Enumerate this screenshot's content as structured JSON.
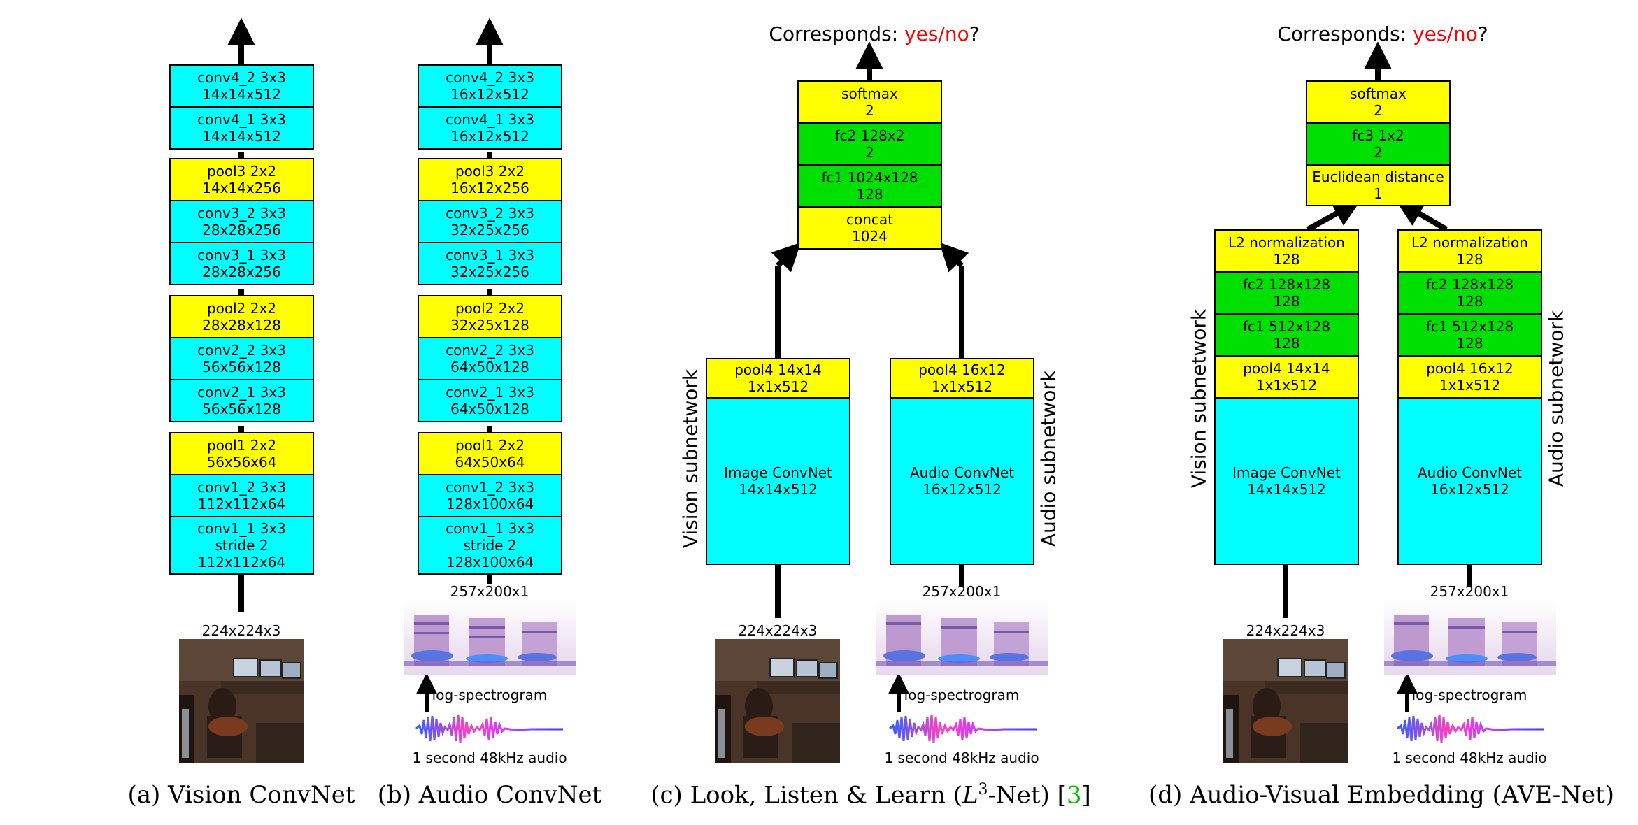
{
  "panel_a": {
    "blocks": [
      {
        "l1": "conv4_2 3x3",
        "l2": "14x14x512"
      },
      {
        "l1": "conv4_1 3x3",
        "l2": "14x14x512"
      },
      {
        "l1": "pool3 2x2",
        "l2": "14x14x256"
      },
      {
        "l1": "conv3_2 3x3",
        "l2": "28x28x256"
      },
      {
        "l1": "conv3_1 3x3",
        "l2": "28x28x256"
      },
      {
        "l1": "pool2 2x2",
        "l2": "28x28x128"
      },
      {
        "l1": "conv2_2 3x3",
        "l2": "56x56x128"
      },
      {
        "l1": "conv2_1 3x3",
        "l2": "56x56x128"
      },
      {
        "l1": "pool1 2x2",
        "l2": "56x56x64"
      },
      {
        "l1": "conv1_2 3x3",
        "l2": "112x112x64"
      },
      {
        "l1": "conv1_1 3x3",
        "l2": "stride 2",
        "l3": "112x112x64"
      }
    ],
    "input_label": "224x224x3",
    "caption": "(a) Vision ConvNet"
  },
  "panel_b": {
    "blocks": [
      {
        "l1": "conv4_2 3x3",
        "l2": "16x12x512"
      },
      {
        "l1": "conv4_1 3x3",
        "l2": "16x12x512"
      },
      {
        "l1": "pool3 2x2",
        "l2": "16x12x256"
      },
      {
        "l1": "conv3_2 3x3",
        "l2": "32x25x256"
      },
      {
        "l1": "conv3_1 3x3",
        "l2": "32x25x256"
      },
      {
        "l1": "pool2 2x2",
        "l2": "32x25x128"
      },
      {
        "l1": "conv2_2 3x3",
        "l2": "64x50x128"
      },
      {
        "l1": "conv2_1 3x3",
        "l2": "64x50x128"
      },
      {
        "l1": "pool1 2x2",
        "l2": "64x50x64"
      },
      {
        "l1": "conv1_2 3x3",
        "l2": "128x100x64"
      },
      {
        "l1": "conv1_1 3x3",
        "l2": "stride 2",
        "l3": "128x100x64"
      }
    ],
    "input_label": "257x200x1",
    "spectrogram_label": "log-spectrogram",
    "audio_label": "1 second 48kHz audio",
    "caption": "(b) Audio ConvNet"
  },
  "panel_c": {
    "corresponds_prefix": "Corresponds: ",
    "corresponds_answer": "yes/no",
    "corresponds_suffix": "?",
    "top_blocks": [
      {
        "l1": "softmax",
        "l2": "2"
      },
      {
        "l1": "fc2 128x2",
        "l2": "2"
      },
      {
        "l1": "fc1 1024x128",
        "l2": "128"
      },
      {
        "l1": "concat",
        "l2": "1024"
      }
    ],
    "vision_pool": {
      "l1": "pool4 14x14",
      "l2": "1x1x512"
    },
    "vision_convnet": {
      "l1": "Image ConvNet",
      "l2": "14x14x512"
    },
    "audio_pool": {
      "l1": "pool4 16x12",
      "l2": "1x1x512"
    },
    "audio_convnet": {
      "l1": "Audio ConvNet",
      "l2": "16x12x512"
    },
    "vision_subnetwork": "Vision subnetwork",
    "audio_subnetwork": "Audio subnetwork",
    "image_input_label": "224x224x3",
    "audio_input_label": "257x200x1",
    "spectrogram_label": "log-spectrogram",
    "audio_label": "1 second 48kHz audio",
    "caption_prefix": "(c) Look, Listen & Learn (",
    "caption_L": "L",
    "caption_sup": "3",
    "caption_mid": "-Net) [",
    "caption_ref": "3",
    "caption_end": "]"
  },
  "panel_d": {
    "corresponds_prefix": "Corresponds: ",
    "corresponds_answer": "yes/no",
    "corresponds_suffix": "?",
    "top_blocks": [
      {
        "l1": "softmax",
        "l2": "2"
      },
      {
        "l1": "fc3 1x2",
        "l2": "2"
      },
      {
        "l1": "Euclidean distance",
        "l2": "1"
      }
    ],
    "vision_blocks": [
      {
        "l1": "L2 normalization",
        "l2": "128"
      },
      {
        "l1": "fc2 128x128",
        "l2": "128"
      },
      {
        "l1": "fc1 512x128",
        "l2": "128"
      },
      {
        "l1": "pool4 14x14",
        "l2": "1x1x512"
      }
    ],
    "vision_convnet": {
      "l1": "Image ConvNet",
      "l2": "14x14x512"
    },
    "audio_blocks": [
      {
        "l1": "L2 normalization",
        "l2": "128"
      },
      {
        "l1": "fc2 128x128",
        "l2": "128"
      },
      {
        "l1": "fc1 512x128",
        "l2": "128"
      },
      {
        "l1": "pool4 16x12",
        "l2": "1x1x512"
      }
    ],
    "audio_convnet": {
      "l1": "Audio ConvNet",
      "l2": "16x12x512"
    },
    "vision_subnetwork": "Vision subnetwork",
    "audio_subnetwork": "Audio subnetwork",
    "image_input_label": "224x224x3",
    "audio_input_label": "257x200x1",
    "spectrogram_label": "log-spectrogram",
    "audio_label": "1 second 48kHz audio",
    "caption": "(d) Audio-Visual Embedding (AVE-Net)"
  },
  "colors": {
    "conv_block": "#00FFFF",
    "pool_block": "#FFFF00",
    "fc_block": "#00E000",
    "answer_text": "#FF0000",
    "citation": "#00C000"
  },
  "icons": [
    "photo-thumbnail",
    "spectrogram-image",
    "waveform-image",
    "arrow-up-icon"
  ]
}
